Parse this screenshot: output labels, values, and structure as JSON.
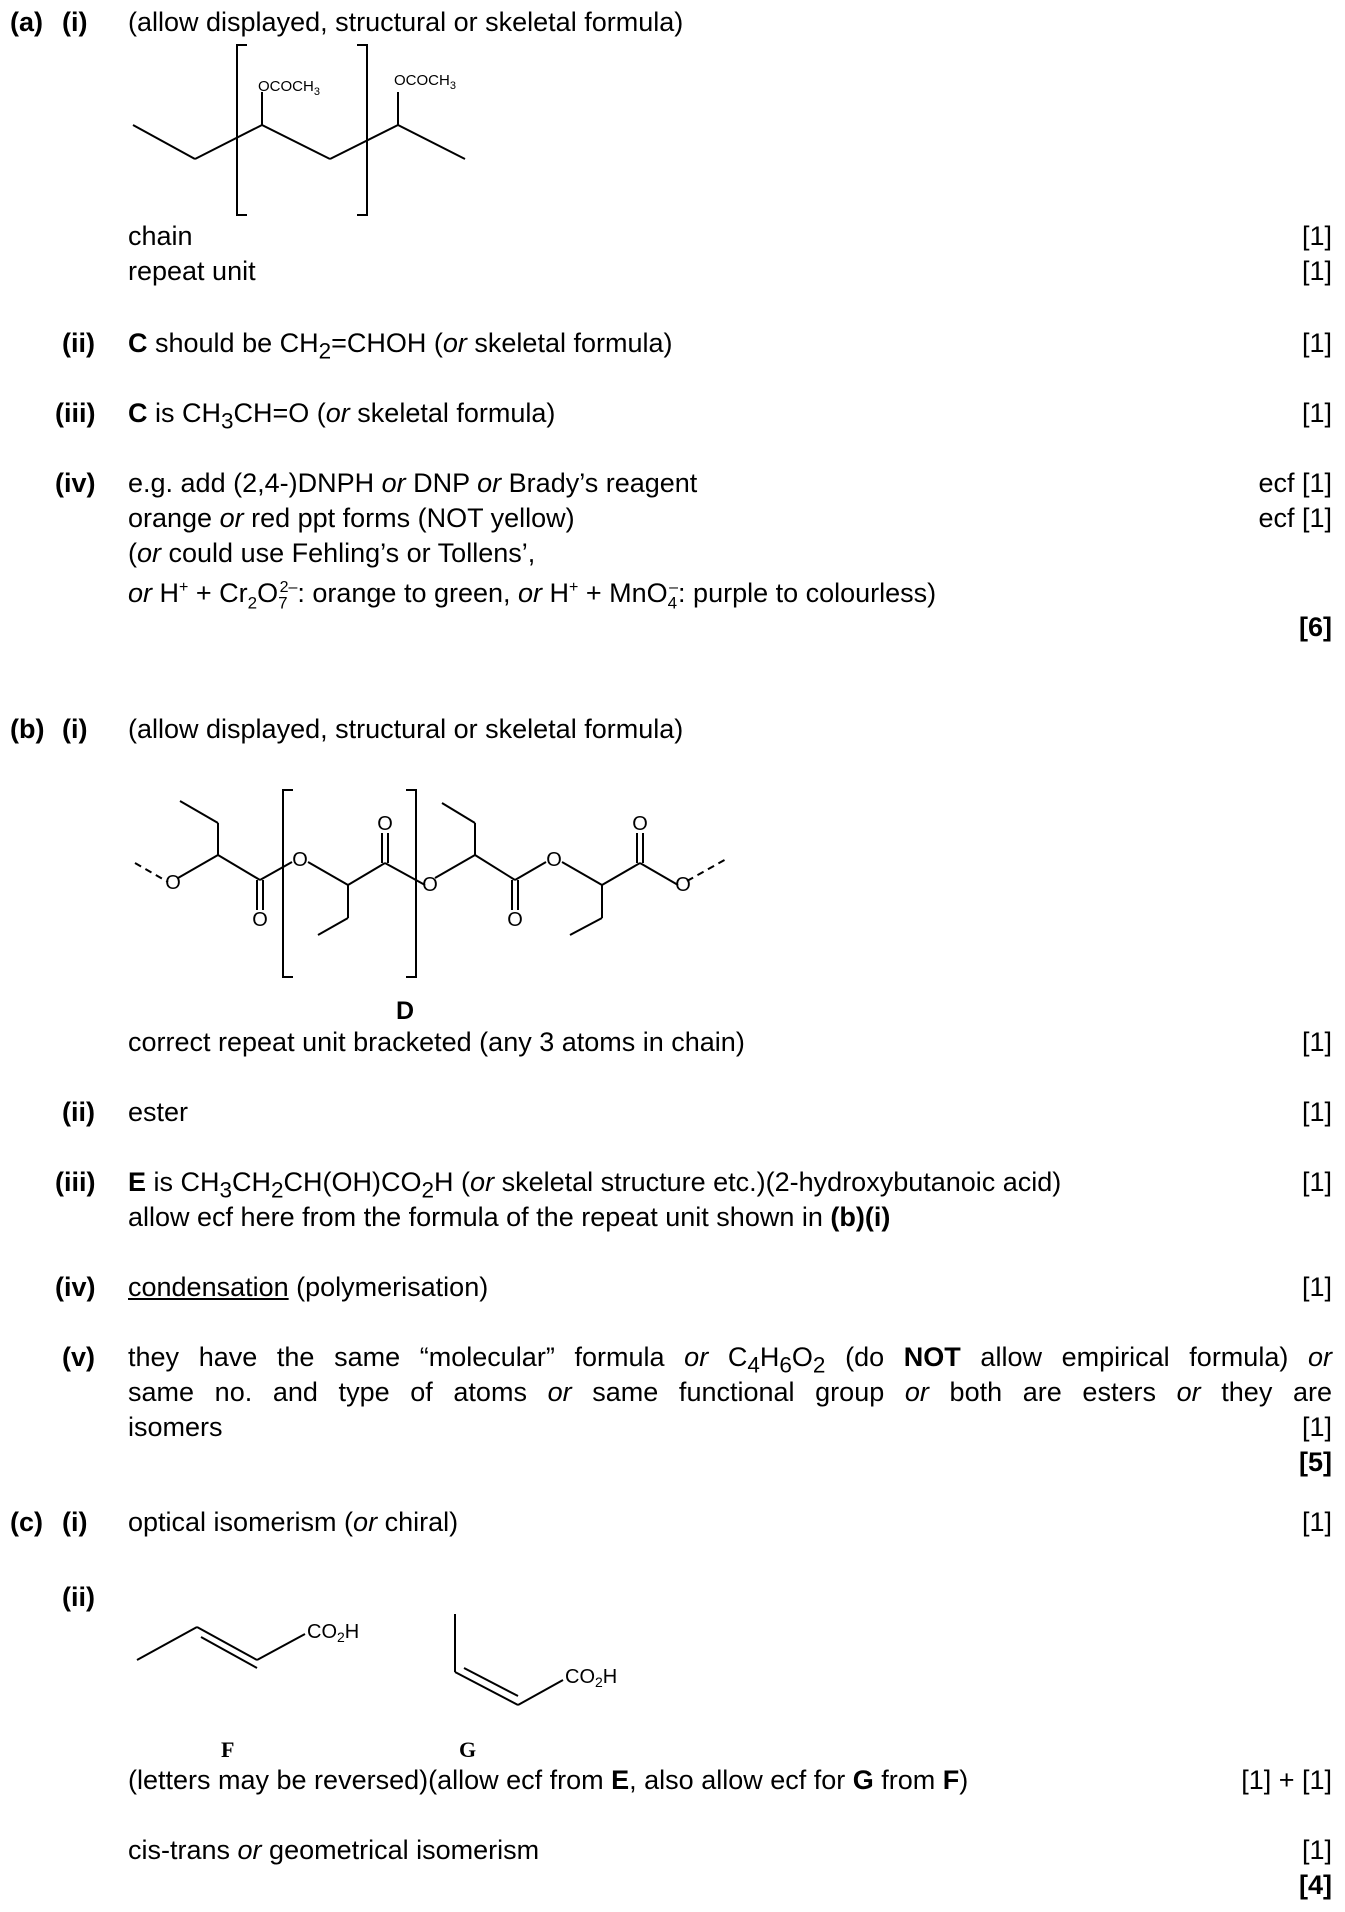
{
  "a": {
    "label": "(a)",
    "i": {
      "num": "(i)",
      "note": "(allow displayed, structural or skeletal formula)",
      "sub1": "OCOCH",
      "sub2": "OCOCH",
      "sub_index": "3",
      "chain": "chain",
      "chain_mark": "[1]",
      "repeat": "repeat unit",
      "repeat_mark": "[1]"
    },
    "ii": {
      "num": "(ii)",
      "bold": "C",
      "text1": " should be CH",
      "sub": "2",
      "text2": "=CHOH (",
      "it": "or",
      "text3": " skeletal formula)",
      "mark": "[1]"
    },
    "iii": {
      "num": "(iii)",
      "bold": "C",
      "text1": " is CH",
      "sub": "3",
      "text2": "CH=O (",
      "it": "or",
      "text3": " skeletal formula)",
      "mark": "[1]"
    },
    "iv": {
      "num": "(iv)",
      "l1_a": "e.g. add (2,4-)DNPH ",
      "l1_or1": "or",
      "l1_b": " DNP ",
      "l1_or2": "or",
      "l1_c": " Brady’s reagent",
      "l1_mark": "ecf [1]",
      "l2_a": "orange ",
      "l2_or": "or",
      "l2_b": " red ppt forms (NOT yellow)",
      "l2_mark": "ecf [1]",
      "l3_a": "(",
      "l3_or": "or",
      "l3_b": " could use Fehling’s or Tollens’,",
      "l4_or1": "or",
      "l4_a": " H",
      "l4_sup1": "+",
      "l4_b": " + Cr",
      "l4_sub1": "2",
      "l4_c": "O",
      "l4_sub2": "7",
      "l4_sup2": "2–",
      "l4_d": ": orange to green, ",
      "l4_or2": "or",
      "l4_e": " H",
      "l4_sup3": "+",
      "l4_f": " + MnO",
      "l4_sub3": "4",
      "l4_sup4": "–",
      "l4_g": ": purple to colourless)",
      "total": "[6]"
    }
  },
  "b": {
    "label": "(b)",
    "i": {
      "num": "(i)",
      "note": "(allow displayed, structural or skeletal formula)",
      "atom_o": "O",
      "label_d": "D",
      "desc": "correct repeat unit bracketed (any 3 atoms in chain)",
      "mark": "[1]"
    },
    "ii": {
      "num": "(ii)",
      "text": "ester",
      "mark": "[1]"
    },
    "iii": {
      "num": "(iii)",
      "bold": "E",
      "t1": " is CH",
      "s1": "3",
      "t2": "CH",
      "s2": "2",
      "t3": "CH(OH)CO",
      "s3": "2",
      "t4": "H (",
      "it": "or",
      "t5": " skeletal structure etc.)(2-hydroxybutanoic acid)",
      "mark": "[1]",
      "l2_a": "allow ecf here from the formula of the repeat unit shown in ",
      "l2_b": "(b)(i)"
    },
    "iv": {
      "num": "(iv)",
      "under": "condensation",
      "text": " (polymerisation)",
      "mark": "[1]"
    },
    "v": {
      "num": "(v)",
      "l1_a": "they have the same “molecular” formula ",
      "l1_or1": "or",
      "l1_b": " C",
      "l1_s1": "4",
      "l1_c": "H",
      "l1_s2": "6",
      "l1_d": "O",
      "l1_s3": "2",
      "l1_e": " (do ",
      "l1_not": "NOT",
      "l1_f": " allow empirical formula) ",
      "l1_or2": "or",
      "l2_a": "same no. and type of atoms ",
      "l2_or1": "or",
      "l2_b": " same functional group ",
      "l2_or2": "or",
      "l2_c": " both are esters ",
      "l2_or3": "or",
      "l2_d": " they are",
      "l3": "isomers",
      "mark": "[1]",
      "total": "[5]"
    }
  },
  "c": {
    "label": "(c)",
    "i": {
      "num": "(i)",
      "t1": "optical isomerism (",
      "it": "or",
      "t2": " chiral)",
      "mark": "[1]"
    },
    "ii": {
      "num": "(ii)",
      "co2h_a": "CO",
      "co2h_sub": "2",
      "co2h_b": "H",
      "label_f": "F",
      "label_g": "G",
      "note_a": "(letters may be reversed)(allow ecf from ",
      "note_e": "E",
      "note_b": ", also allow ecf for ",
      "note_g": "G",
      "note_c": " from ",
      "note_f": "F",
      "note_d": ")",
      "note_mark": "[1] + [1]",
      "iso_a": "cis-trans ",
      "iso_or": "or",
      "iso_b": " geometrical isomerism",
      "iso_mark": "[1]",
      "total": "[4]"
    }
  }
}
